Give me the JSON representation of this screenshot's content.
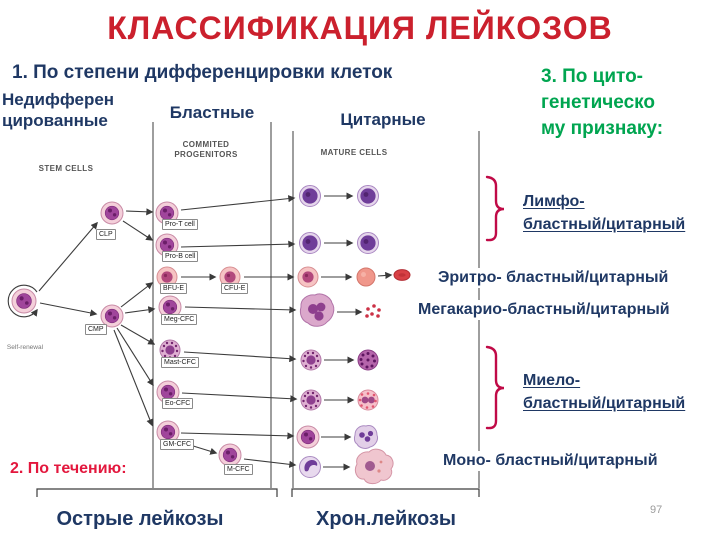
{
  "title": "КЛАССИФИКАЦИЯ ЛЕЙКОЗОВ",
  "page_number": "97",
  "colors": {
    "title_red": "#cb202d",
    "heading_navy": "#1f3864",
    "green": "#00a550",
    "accent_red": "#e3173d",
    "bracket_crimson": "#c00a47"
  },
  "section_differentiation": {
    "heading": "1. По степени дифференцировки клеток",
    "col_undifferentiated_line1": "Недифферен",
    "col_undifferentiated_line2": "цированные",
    "col_blast": "Бластные",
    "col_cytic": "Цитарные"
  },
  "section_course": {
    "heading": "2. По течению:",
    "acute": "Острые лейкозы",
    "chronic": "Хрон.лейкозы"
  },
  "section_cytogenetic": {
    "heading_line1": "3. По цито-",
    "heading_line2": "генетическо",
    "heading_line3": "му признаку:",
    "lympho_line1": "Лимфо-",
    "lympho_line2": "бластный/цитарный",
    "erythro": "Эритро- бластный/цитарный",
    "megakaryo": "Мегакарио-бластный/цитарный",
    "myelo_line1": "Миело-",
    "myelo_line2": "бластный/цитарный",
    "mono": "Моно- бластный/цитарный"
  },
  "diagram": {
    "header_stem": "STEM CELLS",
    "header_progenitors_line1": "COMMITED",
    "header_progenitors_line2": "PROGENITORS",
    "header_mature": "MATURE CELLS",
    "self_renewal": "Self-renewal",
    "nodes": {
      "clp": "CLP",
      "cmp": "CMP",
      "pro_t": "Pro-T cell",
      "pro_b": "Pro-B cell",
      "bfu_e": "BFU-E",
      "cfu_e": "CFU-E",
      "meg_cfc": "Meg-CFC",
      "mast_cfc": "Mast-CFC",
      "eo_cfc": "Eo-CFC",
      "gm_cfc": "GM-CFC",
      "m_cfc": "M-CFC"
    }
  }
}
